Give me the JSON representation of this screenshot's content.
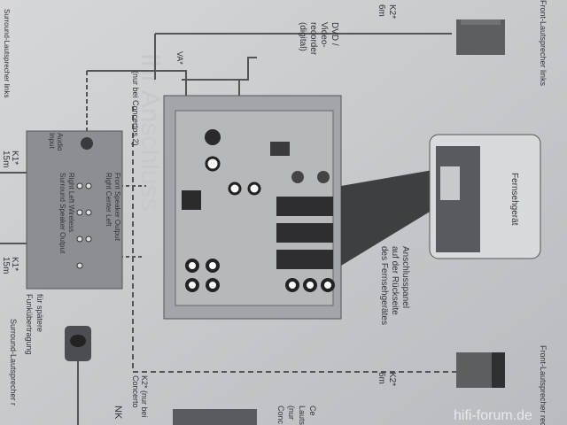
{
  "speakers": {
    "front_left_header": "Front-Lautsprecher links",
    "front_right_header": "Front-Lautsprecher rechts",
    "k2_top": "K2*",
    "k2_top_len": "6m",
    "k2_bottom": "K2*",
    "k2_bottom_len": "6m",
    "surround_left": "Surround-Lautsprecher links",
    "surround_right": "Surround-Lautsprecher r"
  },
  "cables": {
    "k1_top": "K1*",
    "k1_top_len": "15m",
    "k1_bottom": "K1*",
    "k1_bottom_len": "15m",
    "k2_note": "K2* (nur bei",
    "k2_note2": "Concerto"
  },
  "dvd": {
    "line1": "DVD /",
    "line2": "Video-",
    "line3": "recorder",
    "line4": "(digital)",
    "va": "VA*",
    "concertos": "(nur bei Concertos 2)"
  },
  "amp_box": {
    "audio_in1": "Audio",
    "audio_in2": "Input",
    "front_out": "Front Speaker Output",
    "front_labels": "Right  Center  Left",
    "surround_labels": "Right    Left    Wireless",
    "surround_out": "Surround Speaker Output",
    "future1": "für spätere",
    "future2": "Funkübertragung"
  },
  "panel": {
    "line1": "Anschlusspanel",
    "line2": "auf der Rückseite",
    "line3": "des Fernsehgerätes"
  },
  "tv": {
    "label": "Fernsehgerät"
  },
  "nk": {
    "label": "NK"
  },
  "center": {
    "line1": "Ce",
    "line2": "Lauts",
    "line3": "(nur",
    "line4": "Conc"
  },
  "watermark": "hifi-forum.de"
}
